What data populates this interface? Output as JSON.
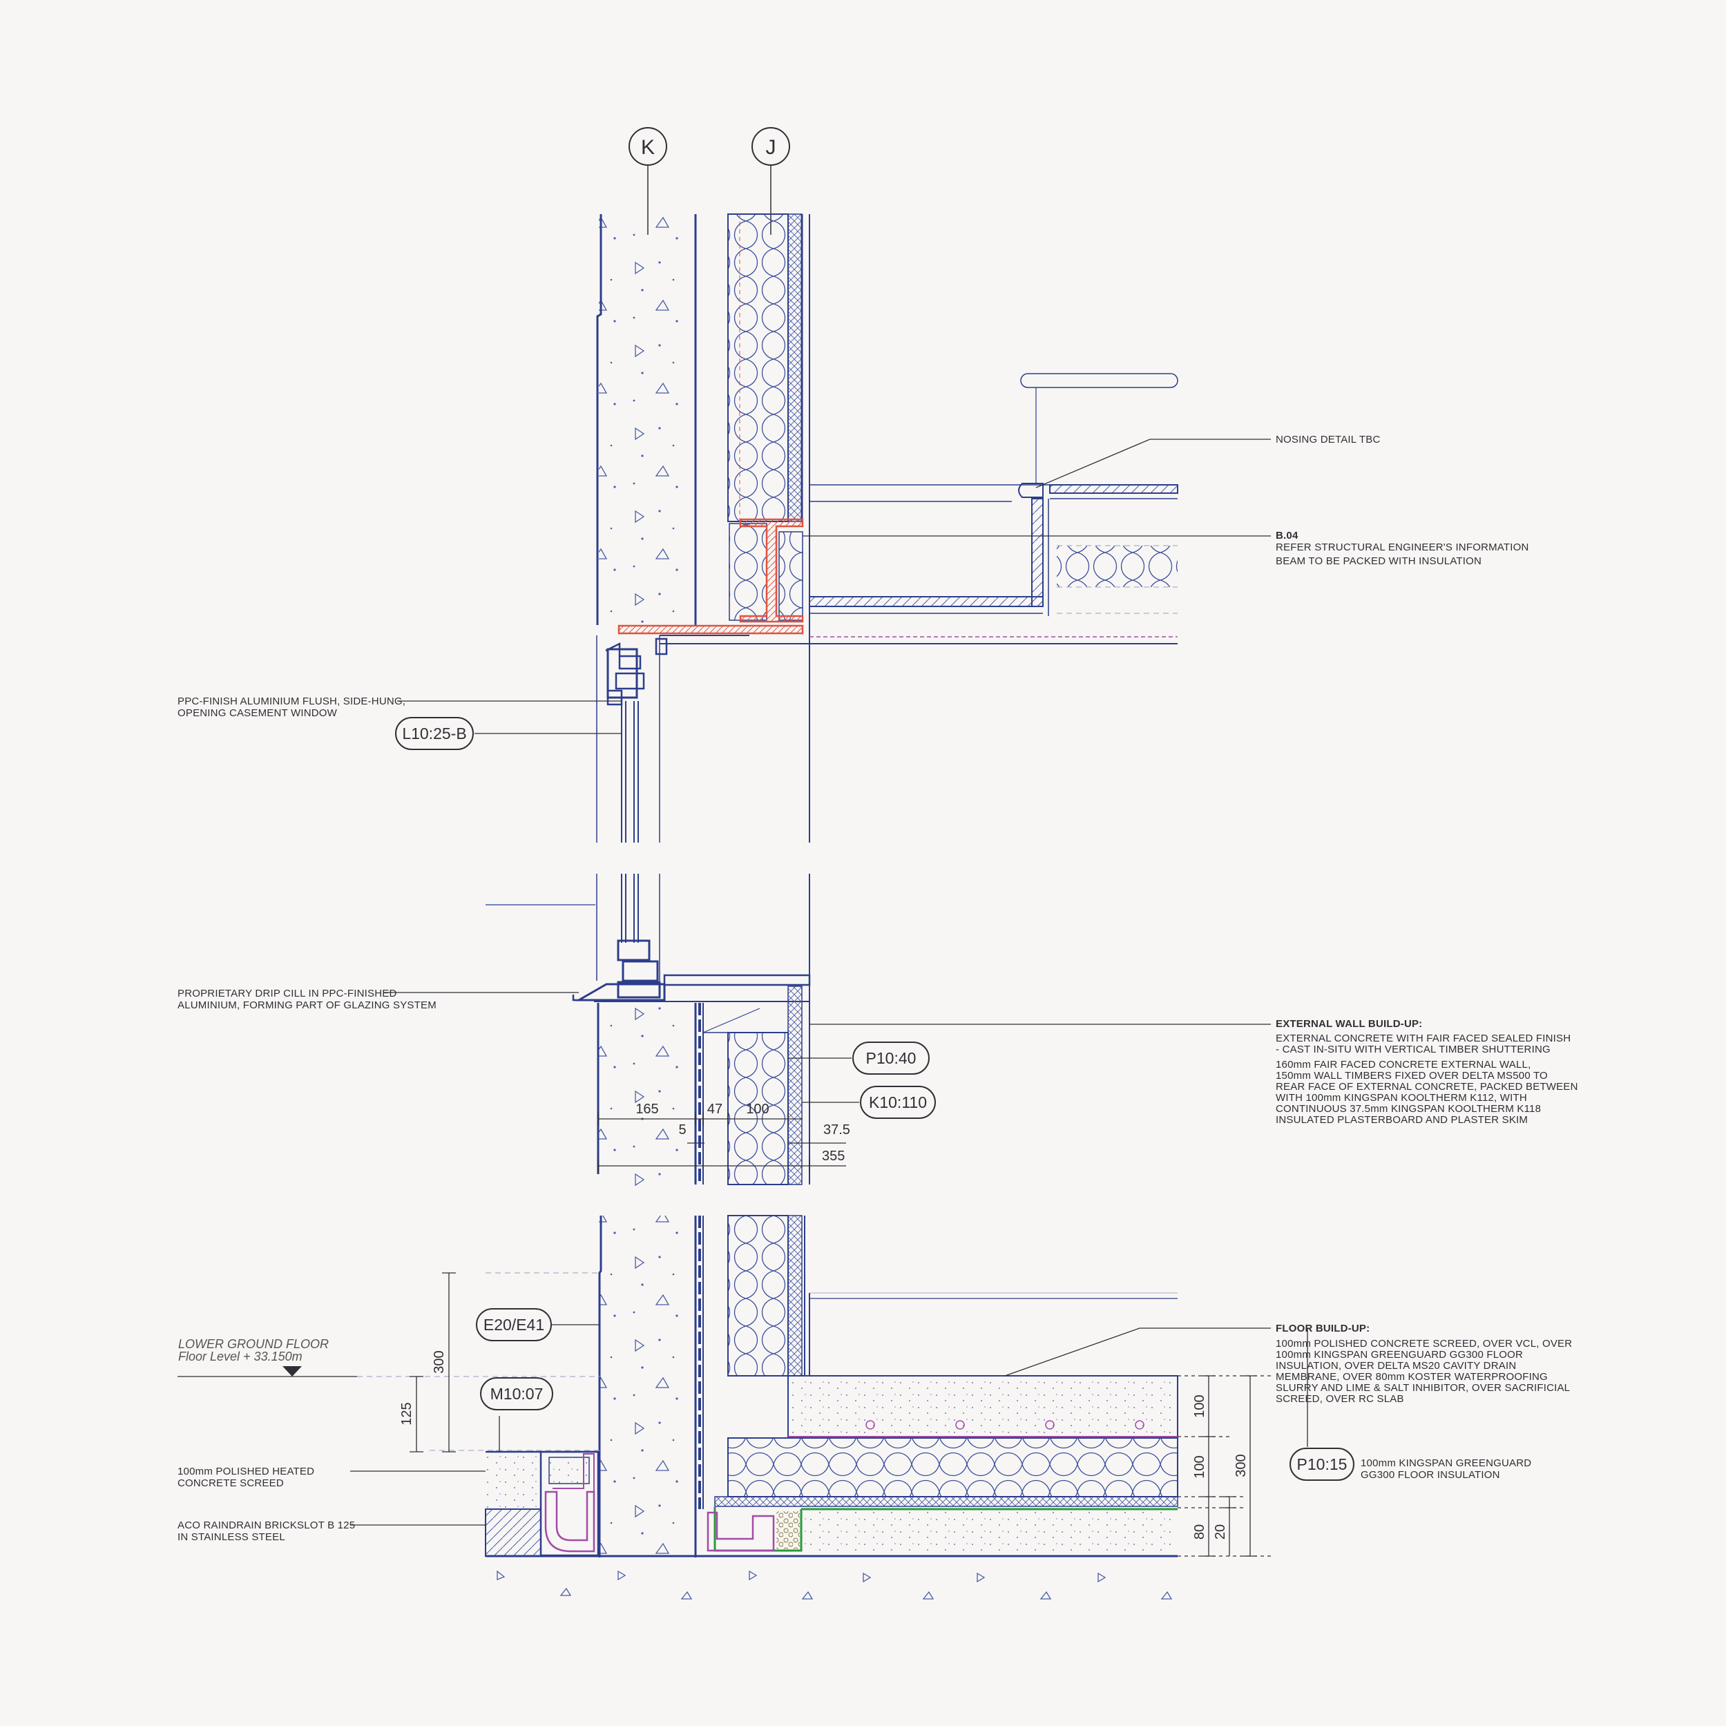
{
  "grid_markers": {
    "k": "K",
    "j": "J"
  },
  "tags": {
    "l10_25_b": "L10:25-B",
    "p10_40": "P10:40",
    "k10_110": "K10:110",
    "e20_e41": "E20/E41",
    "m10_07": "M10:07",
    "p10_15": "P10:15"
  },
  "notes": {
    "nosing": "NOSING DETAIL TBC",
    "b04_title": "B.04",
    "b04_line1": "REFER STRUCTURAL ENGINEER'S INFORMATION",
    "b04_line2": "BEAM TO BE PACKED WITH INSULATION",
    "window_line1": "PPC-FINISH ALUMINIUM FLUSH, SIDE-HUNG,",
    "window_line2": "OPENING CASEMENT WINDOW",
    "drip_line1": "PROPRIETARY DRIP CILL IN PPC-FINISHED",
    "drip_line2": "ALUMINIUM, FORMING PART OF GLAZING SYSTEM",
    "wall_title": "EXTERNAL WALL BUILD-UP:",
    "wall_p1_line1": "EXTERNAL CONCRETE WITH FAIR FACED SEALED FINISH",
    "wall_p1_line2": "- CAST IN-SITU WITH VERTICAL TIMBER SHUTTERING",
    "wall_p2_line1": "160mm FAIR FACED CONCRETE EXTERNAL WALL,",
    "wall_p2_line2": "150mm WALL TIMBERS FIXED OVER DELTA MS500 TO",
    "wall_p2_line3": "REAR FACE OF EXTERNAL CONCRETE, PACKED BETWEEN",
    "wall_p2_line4": "WITH 100mm KINGSPAN KOOLTHERM K112, WITH",
    "wall_p2_line5": "CONTINUOUS 37.5mm KINGSPAN KOOLTHERM K118",
    "wall_p2_line6": "INSULATED PLASTERBOARD AND PLASTER SKIM",
    "floor_title": "FLOOR BUILD-UP:",
    "floor_line1": "100mm POLISHED CONCRETE SCREED, OVER VCL, OVER",
    "floor_line2": "100mm KINGSPAN GREENGUARD GG300 FLOOR",
    "floor_line3": "INSULATION, OVER DELTA MS20 CAVITY DRAIN",
    "floor_line4": "MEMBRANE, OVER 80mm KOSTER WATERPROOFING",
    "floor_line5": "SLURRY AND LIME & SALT INHIBITOR, OVER SACRIFICIAL",
    "floor_line6": "SCREED, OVER RC SLAB",
    "gg300_line1": "100mm KINGSPAN GREENGUARD",
    "gg300_line2": "GG300 FLOOR INSULATION",
    "screed_line1": "100mm POLISHED HEATED",
    "screed_line2": "CONCRETE SCREED",
    "aco_line1": "ACO RAINDRAIN BRICKSLOT B 125",
    "aco_line2": "IN STAINLESS STEEL"
  },
  "level": {
    "name": "LOWER GROUND FLOOR",
    "value": "Floor Level + 33.150m"
  },
  "dimensions": {
    "d165": "165",
    "d47": "47",
    "d100": "100",
    "d5": "5",
    "d37_5": "37.5",
    "d355": "355",
    "d300_left": "300",
    "d125": "125",
    "f100_top": "100",
    "f100_mid": "100",
    "f80": "80",
    "f20": "20",
    "f300": "300"
  },
  "colors": {
    "background": "#f7f6f4",
    "line": "#2c3d8c",
    "steel": "#e0523f",
    "membrane": "#a24aa8",
    "dpm": "#2a9a3a",
    "text": "#2f2f35"
  }
}
